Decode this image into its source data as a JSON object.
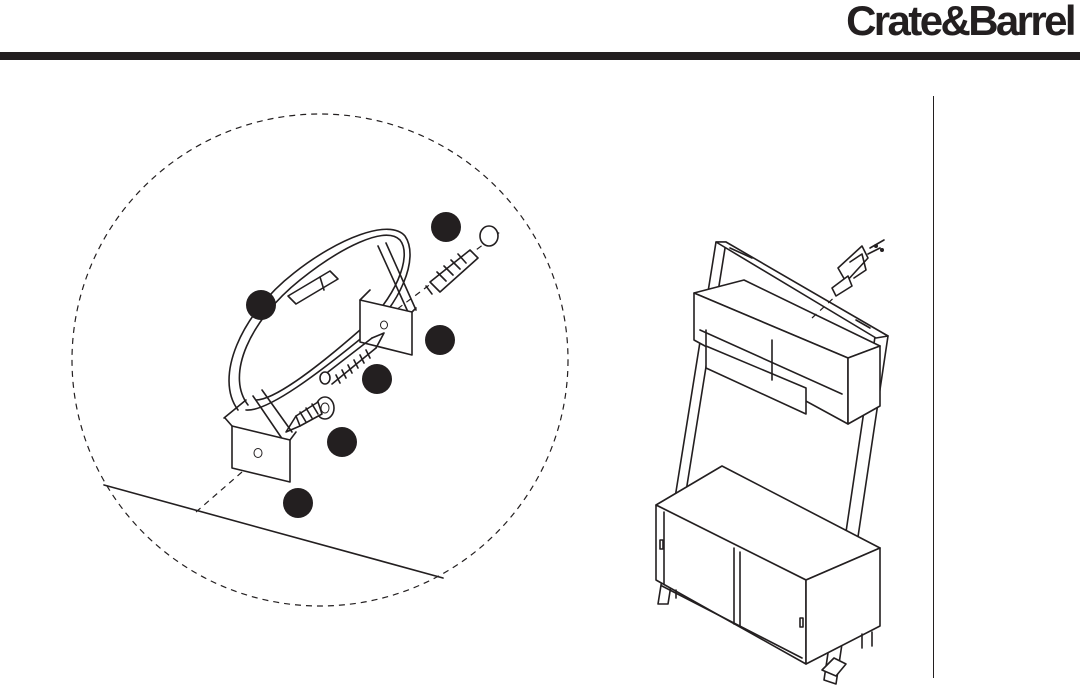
{
  "header": {
    "brand": "Crate&Barrel"
  },
  "colors": {
    "ink": "#231f20",
    "paper": "#ffffff"
  },
  "illustration": {
    "detail_callouts": [
      {
        "id": "callout-bracket"
      },
      {
        "id": "callout-anchor"
      },
      {
        "id": "callout-bracket-plate"
      },
      {
        "id": "callout-screw"
      },
      {
        "id": "callout-wall-bolt"
      },
      {
        "id": "callout-wall"
      }
    ],
    "icons": [
      "wall-bracket-detail",
      "anchor-icon",
      "screw-icon",
      "wall-bolt-icon",
      "tv-stand-ladder-illustration",
      "mini-bracket-icon"
    ]
  }
}
